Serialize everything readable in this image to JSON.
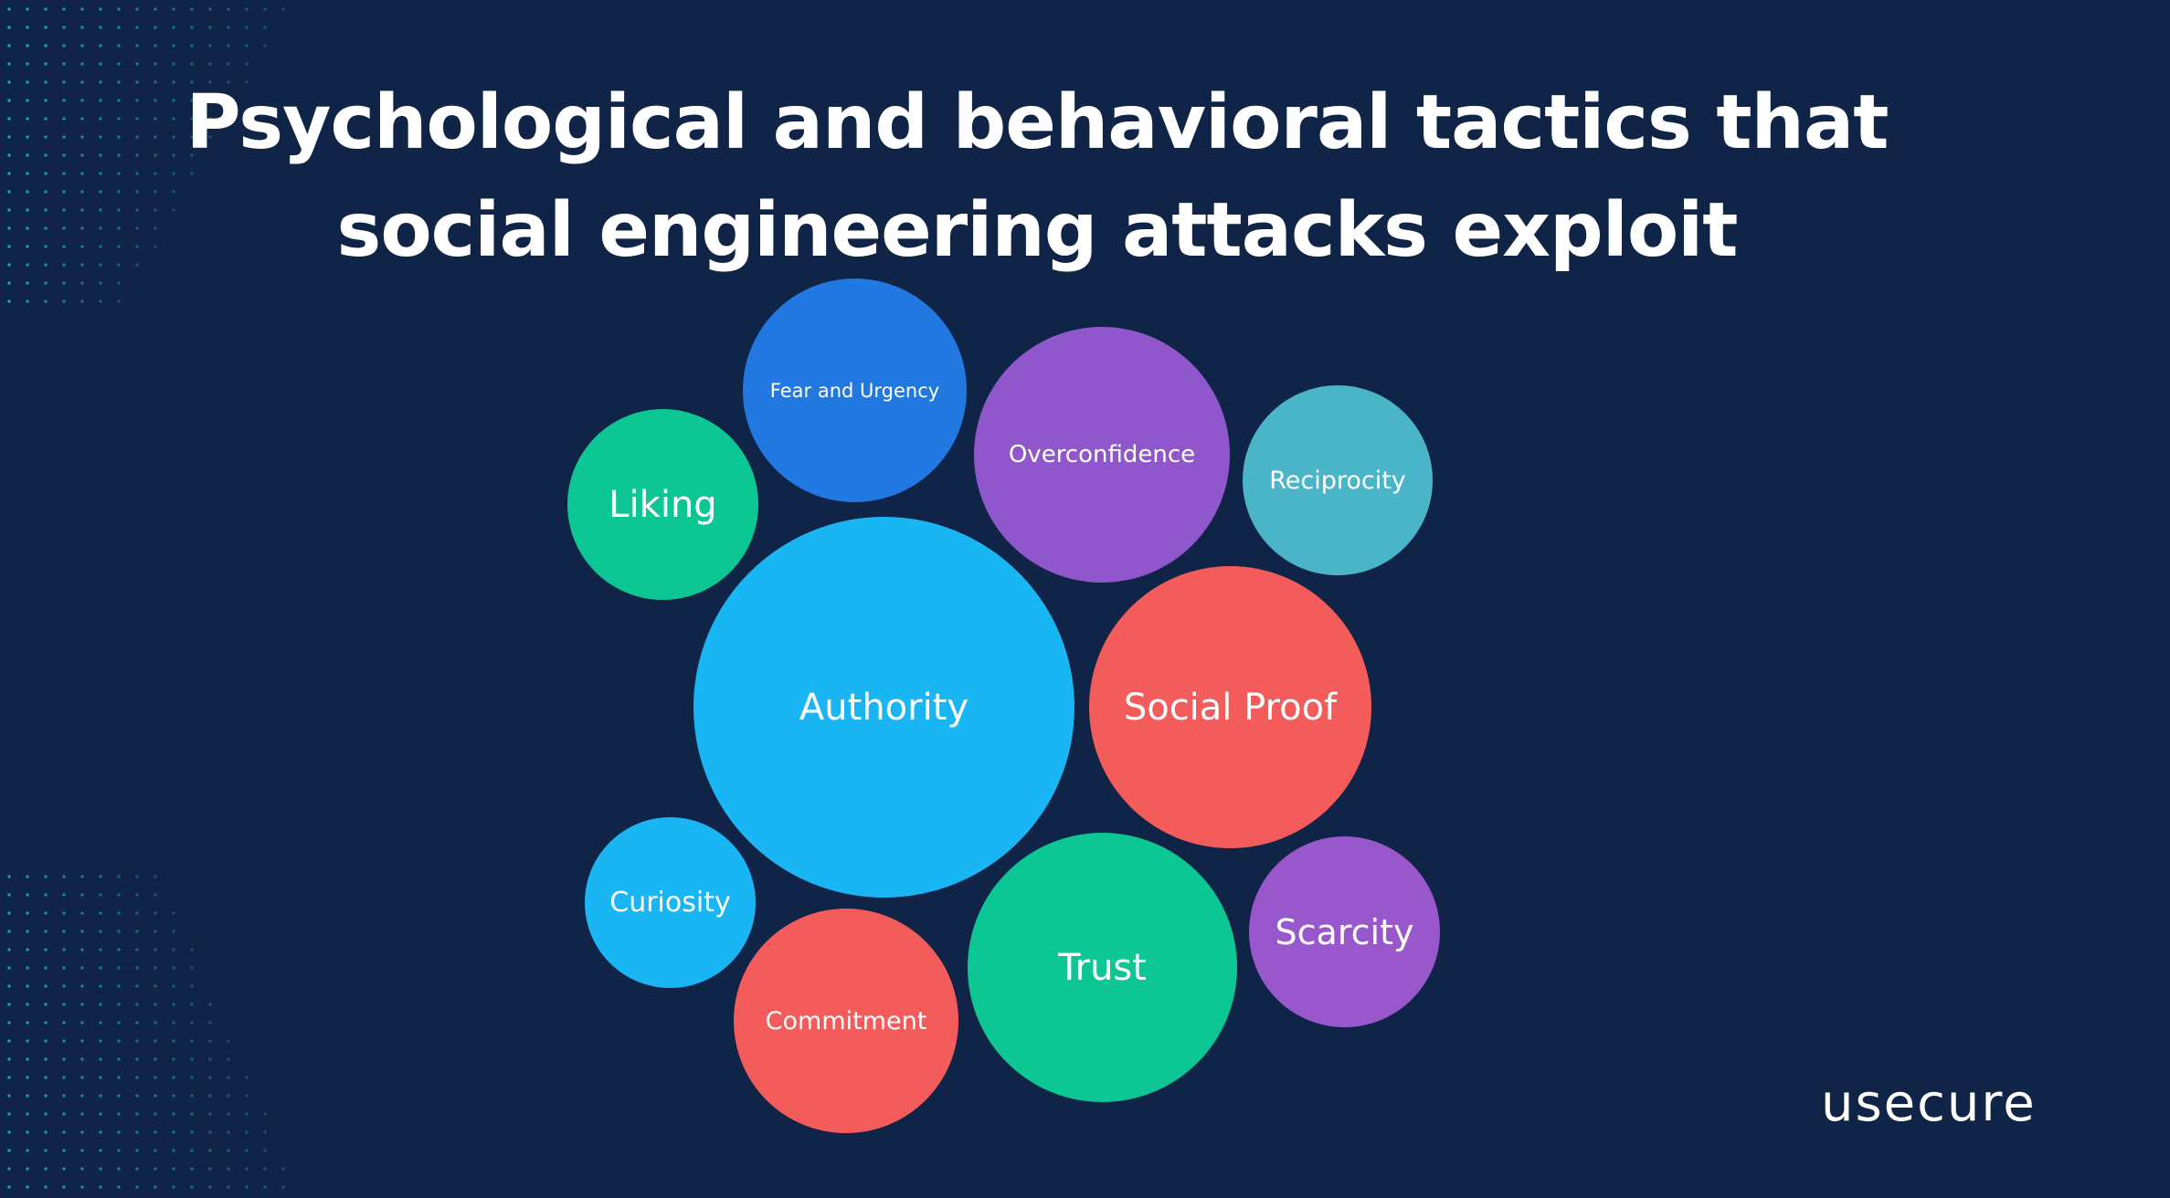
{
  "title": {
    "line1": "Psychological and behavioral tactics that",
    "line2": "social engineering attacks exploit"
  },
  "colors": {
    "background": "#0f2446",
    "dots": "#1fb5b0"
  },
  "bubbles": [
    {
      "label": "Fear and Urgency",
      "color": "#2178e0"
    },
    {
      "label": "Overconfidence",
      "color": "#9057cc"
    },
    {
      "label": "Reciprocity",
      "color": "#4ab5c8"
    },
    {
      "label": "Liking",
      "color": "#0cc693"
    },
    {
      "label": "Authority",
      "color": "#1ab6f4"
    },
    {
      "label": "Social Proof",
      "color": "#f45b5b"
    },
    {
      "label": "Curiosity",
      "color": "#1ab6f4"
    },
    {
      "label": "Commitment",
      "color": "#f45b5b"
    },
    {
      "label": "Trust",
      "color": "#0cc693"
    },
    {
      "label": "Scarcity",
      "color": "#9957cc"
    }
  ],
  "logo": "usecure"
}
